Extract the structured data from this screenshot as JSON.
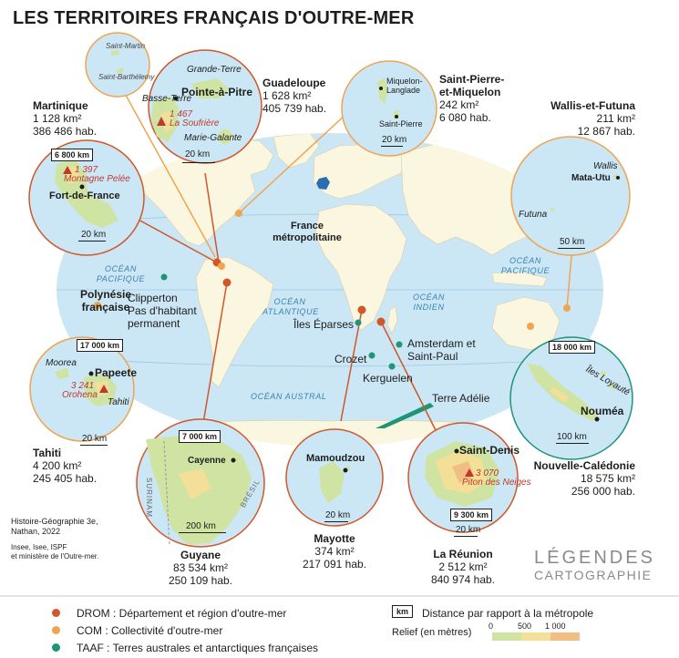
{
  "title": "LES TERRITOIRES FRANÇAIS D'OUTRE-MER",
  "colors": {
    "ocean": "#cbe6f5",
    "land": "#fbf6df",
    "drom": "#d0572a",
    "com": "#f0a44f",
    "taaf": "#1f9478",
    "relief_low": "#cfe4a2",
    "relief_mid": "#f3df98",
    "relief_high": "#f1bf85"
  },
  "oceans": {
    "pacific_w": "OCÉAN PACIFIQUE",
    "atlantic": "OCÉAN ATLANTIQUE",
    "indian": "OCÉAN INDIEN",
    "pacific_e": "OCÉAN PACIFIQUE",
    "austral": "OCÉAN AUSTRAL"
  },
  "map_labels": {
    "france": "France métropolitaine",
    "clipperton": "Clipperton",
    "clipperton_note": "Pas d'habitant permanent",
    "polynesie": "Polynésie française",
    "eparses": "Îles Éparses",
    "crozet": "Crozet",
    "amsterdam": "Amsterdam et Saint-Paul",
    "kerguelen": "Kerguelen",
    "terre_adelie": "Terre Adélie"
  },
  "territories": {
    "martinique": {
      "name": "Martinique",
      "area": "1 128 km²",
      "pop": "386 486 hab.",
      "distance": "6 800 km",
      "scale": "20 km",
      "capital": "Fort-de-France",
      "peak": "1 397",
      "peak_name": "Montagne Pelée"
    },
    "guadeloupe": {
      "name": "Guadeloupe",
      "area": "1 628 km²",
      "pop": "405 739 hab.",
      "scale": "20 km",
      "capital": "Pointe-à-Pitre",
      "place1": "Grande-Terre",
      "place2": "Basse-Terre",
      "place3": "Marie-Galante",
      "peak": "1 467",
      "peak_name": "La Soufrière"
    },
    "saint_martin": {
      "name1": "Saint-Martin",
      "name2": "Saint-Barthélemy"
    },
    "spm": {
      "name": "Saint-Pierre-et-Miquelon",
      "area": "242 km²",
      "pop": "6 080 hab.",
      "scale": "20 km",
      "place1": "Miquelon-Langlade",
      "place2": "Saint-Pierre"
    },
    "wallis": {
      "name": "Wallis-et-Futuna",
      "area": "211 km²",
      "pop": "12 867 hab.",
      "scale": "50 km",
      "capital": "Mata-Utu",
      "place1": "Wallis",
      "place2": "Futuna"
    },
    "tahiti": {
      "name": "Tahiti",
      "area": "4 200 km²",
      "pop": "245 405 hab.",
      "distance": "17 000 km",
      "scale": "20 km",
      "capital": "Papeete",
      "place1": "Moorea",
      "place2": "Tahiti",
      "peak": "3 241",
      "peak_name": "Orohena"
    },
    "guyane": {
      "name": "Guyane",
      "area": "83 534 km²",
      "pop": "250 109 hab.",
      "distance": "7 000 km",
      "scale": "200 km",
      "capital": "Cayenne",
      "border1": "SURINAM",
      "border2": "BRÉSIL"
    },
    "mayotte": {
      "name": "Mayotte",
      "area": "374 km²",
      "pop": "217 091 hab.",
      "scale": "20 km",
      "capital": "Mamoudzou"
    },
    "reunion": {
      "name": "La Réunion",
      "area": "2 512 km²",
      "pop": "840 974 hab.",
      "distance": "9 300 km",
      "scale": "20 km",
      "capital": "Saint-Denis",
      "peak": "3 070",
      "peak_name": "Piton des Neiges"
    },
    "caledonie": {
      "name": "Nouvelle-Calédonie",
      "area": "18 575 km²",
      "pop": "256 000 hab.",
      "distance": "18 000 km",
      "scale": "100 km",
      "capital": "Nouméa",
      "place1": "Îles Loyauté"
    }
  },
  "source": {
    "line1": "Histoire-Géographie 3e,",
    "line2": "Nathan, 2022",
    "line3": "Insee, Isee, ISPF",
    "line4": "et ministère de l'Outre-mer."
  },
  "brand": {
    "line1": "LÉGENDES",
    "line2": "CARTOGRAPHIE"
  },
  "legend": {
    "drom": "DROM : Département et région d'outre-mer",
    "com": "COM : Collectivité d'outre-mer",
    "taaf": "TAAF : Terres australes et antarctiques françaises",
    "km_box": "km",
    "km_text": "Distance par rapport à la métropole",
    "relief_title": "Relief (en mètres)",
    "relief_ticks": [
      "0",
      "500",
      "1 000"
    ]
  }
}
